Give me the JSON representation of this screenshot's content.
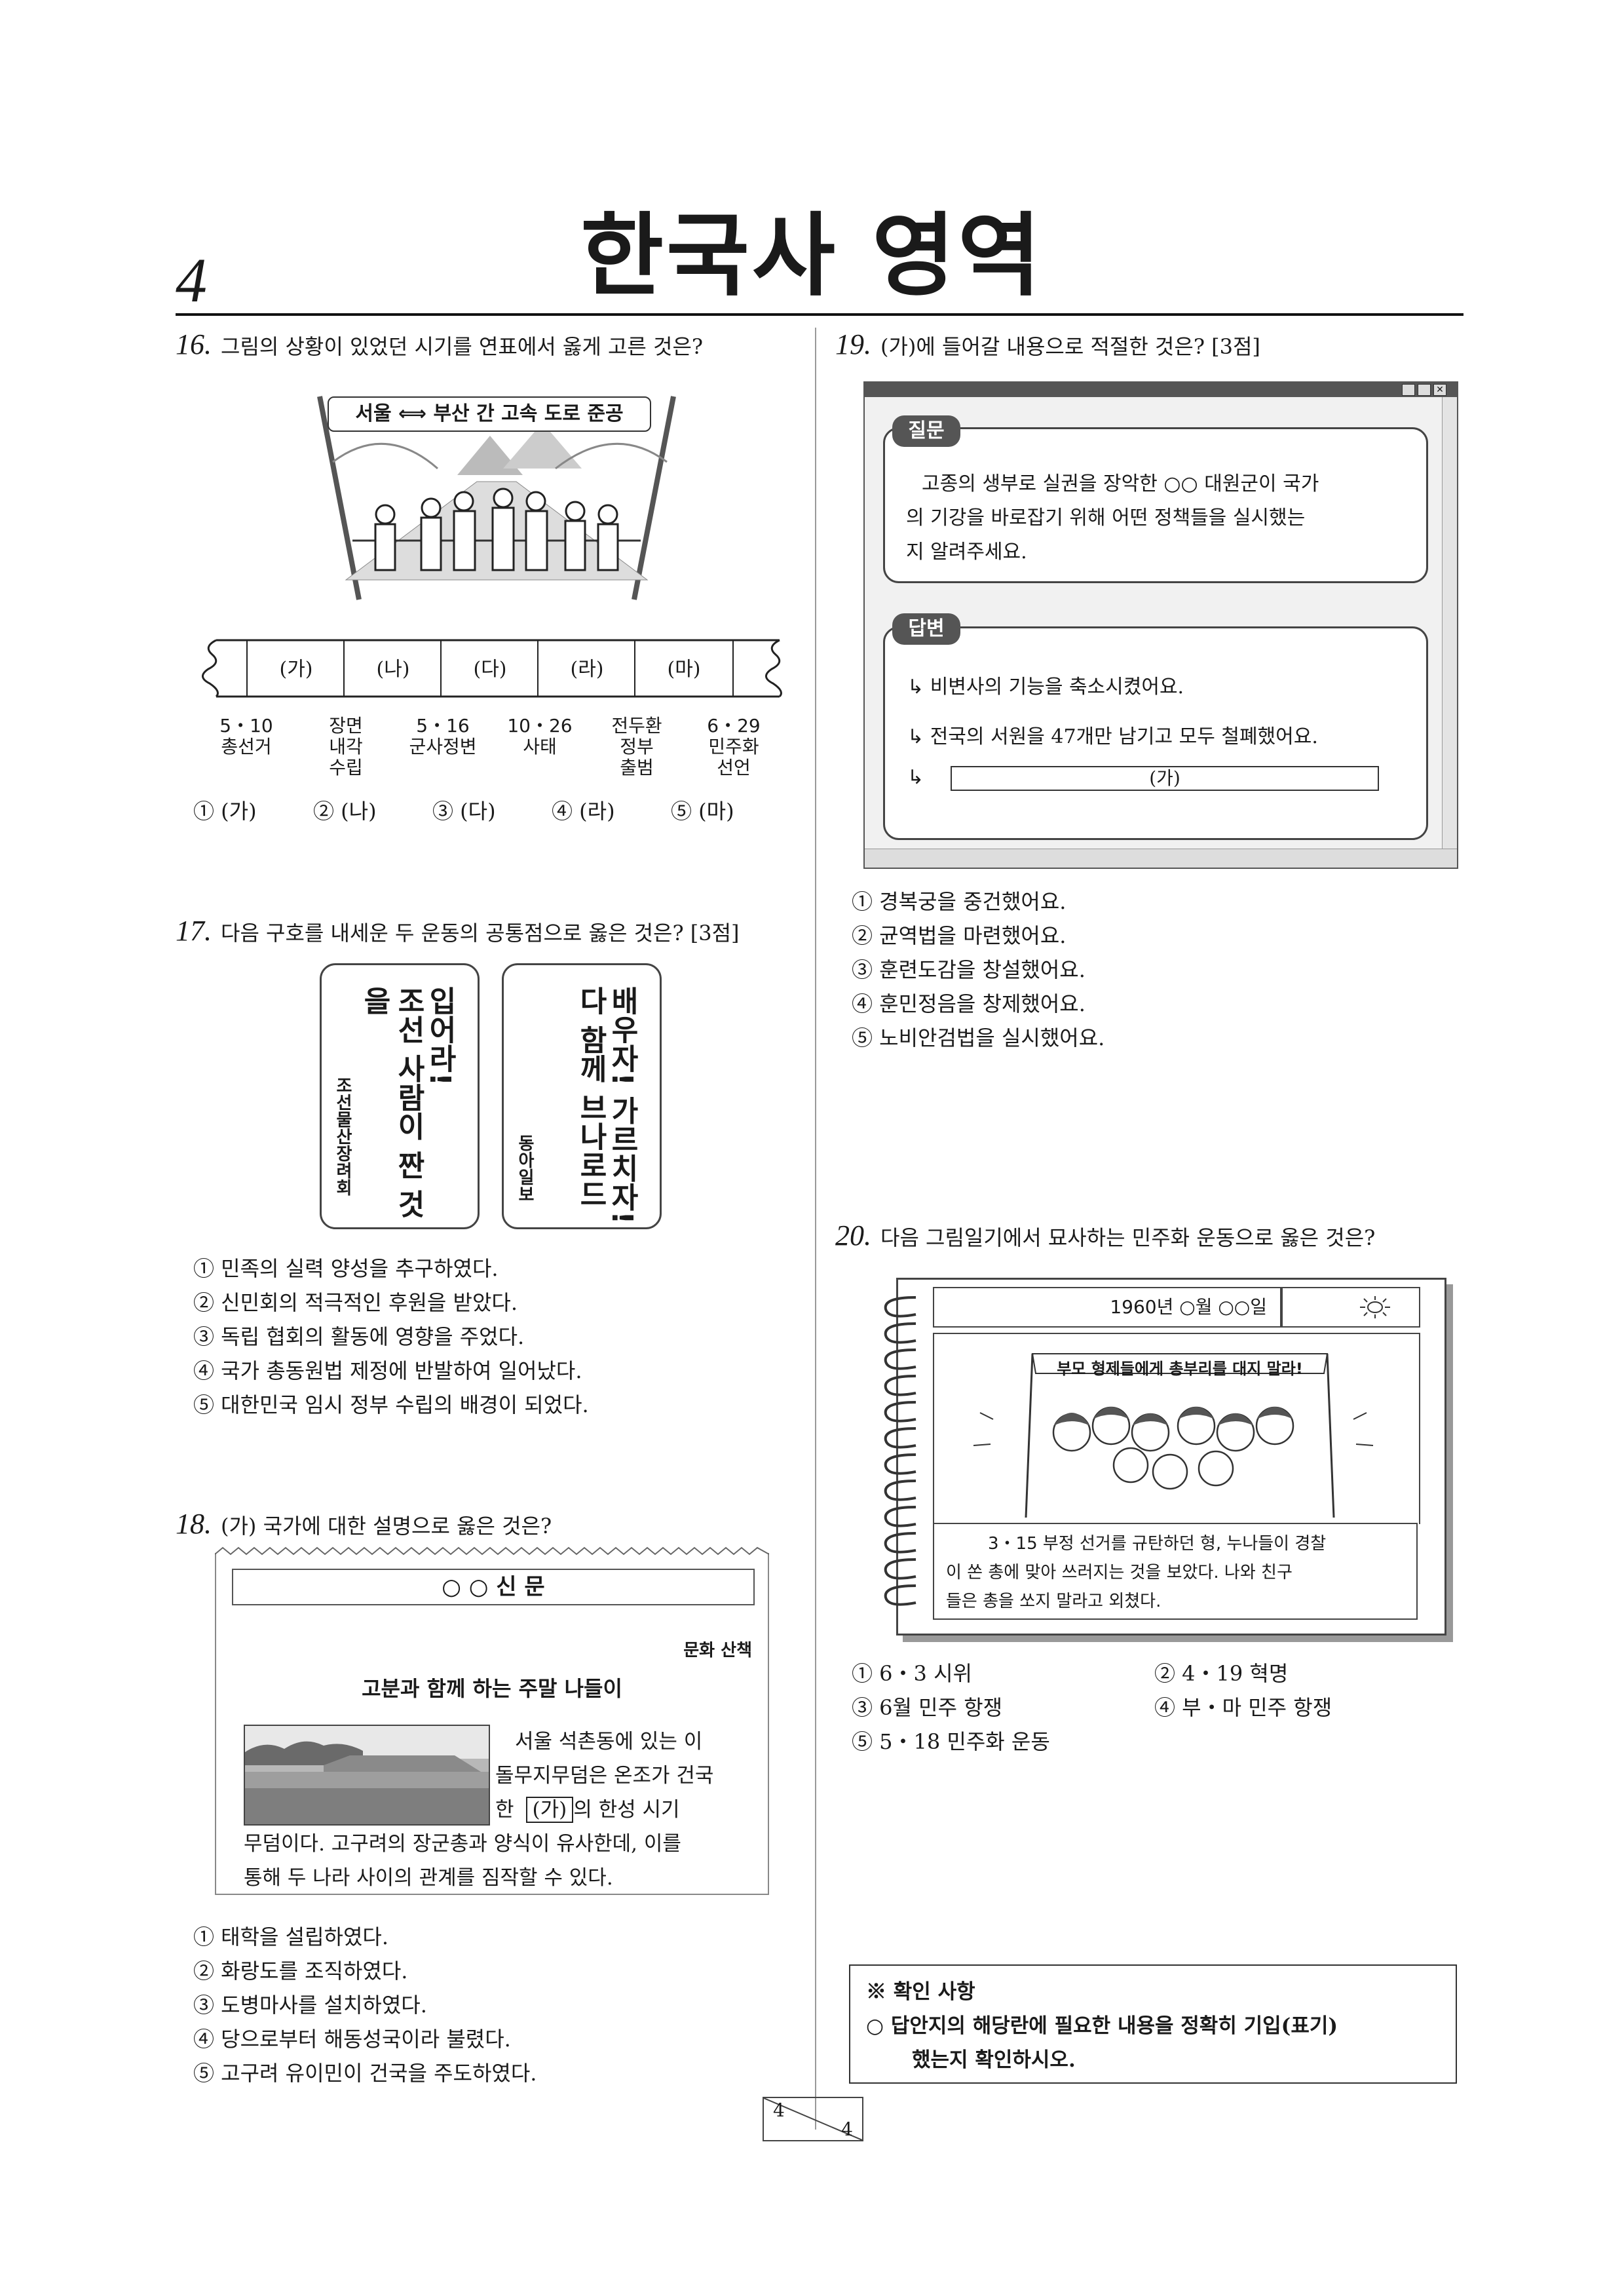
{
  "header": {
    "page_number": "4",
    "title": "한국사 영역"
  },
  "q16": {
    "number": "16.",
    "text": "그림의 상황이 있었던 시기를 연표에서 옳게 고른 것은?",
    "banner": "서울 ⟺ 부산 간 고속 도로 준공",
    "periods": [
      "(가)",
      "(나)",
      "(다)",
      "(라)",
      "(마)"
    ],
    "events": [
      [
        "5・10",
        "총선거"
      ],
      [
        "장면",
        "내각",
        "수립"
      ],
      [
        "5・16",
        "군사정변"
      ],
      [
        "10・26",
        "사태"
      ],
      [
        "전두환",
        "정부",
        "출범"
      ],
      [
        "6・29",
        "민주화",
        "선언"
      ]
    ],
    "choices": [
      "① (가)",
      "② (나)",
      "③ (다)",
      "④ (라)",
      "⑤ (마)"
    ]
  },
  "q17": {
    "number": "17.",
    "text": "다음 구호를 내세운 두 운동의 공통점으로 옳은 것은? [3점]",
    "slogan1": {
      "line1": "입어라!",
      "line2": "조선 사람이 짠 것을",
      "org": "조선물산장려회"
    },
    "slogan2": {
      "line1": "배우자! 가르치자!",
      "line2": "다 함께 브나로드",
      "org": "동아일보"
    },
    "choices": [
      "① 민족의 실력 양성을 추구하였다.",
      "② 신민회의 적극적인 후원을 받았다.",
      "③ 독립 협회의 활동에 영향을 주었다.",
      "④ 국가 총동원법 제정에 반발하여 일어났다.",
      "⑤ 대한민국 임시 정부 수립의 배경이 되었다."
    ]
  },
  "q18": {
    "number": "18.",
    "text": "(가) 국가에 대한 설명으로 옳은 것은?",
    "newspaper_name": "○ ○ 신 문",
    "section": "문화 산책",
    "headline": "고분과 함께 하는 주말 나들이",
    "body_right": [
      "서울 석촌동에 있는 이",
      "돌무지무덤은 온조가 건국",
      "한",
      "(가)",
      "의 한성 시기"
    ],
    "body_bottom": [
      "무덤이다. 고구려의 장군총과 양식이 유사한데, 이를",
      "통해 두 나라 사이의 관계를 짐작할 수 있다."
    ],
    "choices": [
      "① 태학을 설립하였다.",
      "② 화랑도를 조직하였다.",
      "③ 도병마사를 설치하였다.",
      "④ 당으로부터 해동성국이라 불렸다.",
      "⑤ 고구려 유이민이 건국을 주도하였다."
    ]
  },
  "q19": {
    "number": "19.",
    "text": "(가)에 들어갈 내용으로 적절한 것은? [3점]",
    "question_tag": "질문",
    "question_lines": [
      "고종의 생부로 실권을 장악한 ○○ 대원군이 국가",
      "의 기강을 바로잡기 위해 어떤 정책들을 실시했는",
      "지 알려주세요."
    ],
    "answer_tag": "답변",
    "answers": [
      "비변사의 기능을 축소시켰어요.",
      "전국의 서원을 47개만 남기고 모두 철폐했어요."
    ],
    "blank": "(가)",
    "choices": [
      "① 경복궁을 중건했어요.",
      "② 균역법을 마련했어요.",
      "③ 훈련도감을 창설했어요.",
      "④ 훈민정음을 창제했어요.",
      "⑤ 노비안검법을 실시했어요."
    ]
  },
  "q20": {
    "number": "20.",
    "text": "다음 그림일기에서 묘사하는 민주화 운동으로 옳은 것은?",
    "diary_date": "1960년 ○월 ○○일",
    "placard": "부모 형제들에게 총부리를 대지 말라!",
    "diary_lines": [
      "3・15 부정 선거를 규탄하던 형, 누나들이 경찰",
      "이 쏜 총에 맞아 쓰러지는 것을 보았다. 나와 친구",
      "들은 총을 쏘지 말라고 외쳤다."
    ],
    "choices": [
      "① 6・3 시위",
      "② 4・19 혁명",
      "③ 6월 민주 항쟁",
      "④ 부・마 민주 항쟁",
      "⑤ 5・18 민주화 운동"
    ]
  },
  "notice": {
    "title": "※ 확인 사항",
    "line1": "○ 답안지의 해당란에 필요한 내용을 정확히 기입(표기)",
    "line2": "했는지 확인하시오."
  },
  "footer": {
    "page": "4",
    "total": "4"
  }
}
